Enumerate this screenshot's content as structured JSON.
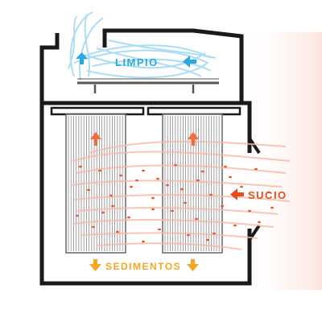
{
  "labels": {
    "clean": "LIMPIO",
    "dirty": "SUCIO",
    "sediments": "SEDIMENTOS"
  },
  "colors": {
    "clean_text": "#2aa8e0",
    "dirty_text": "#e8491d",
    "sediments_text": "#f5a623",
    "arrow_up": "#f26b3a",
    "clean_flow": "#9fd8f2",
    "dirty_flow": "#f9b7a6",
    "particle": "#f0582c",
    "housing_stroke": "#1a1a1a",
    "filter_stroke": "#666666",
    "glow": "#fde4dd"
  },
  "icons": {
    "clean_arrow_left": "arrow-up-icon",
    "clean_arrow_right": "arrow-left-icon",
    "filter_arrow": "arrow-up-icon",
    "dirty_arrow": "arrow-left-icon",
    "sediment_arrow": "arrow-down-icon"
  }
}
